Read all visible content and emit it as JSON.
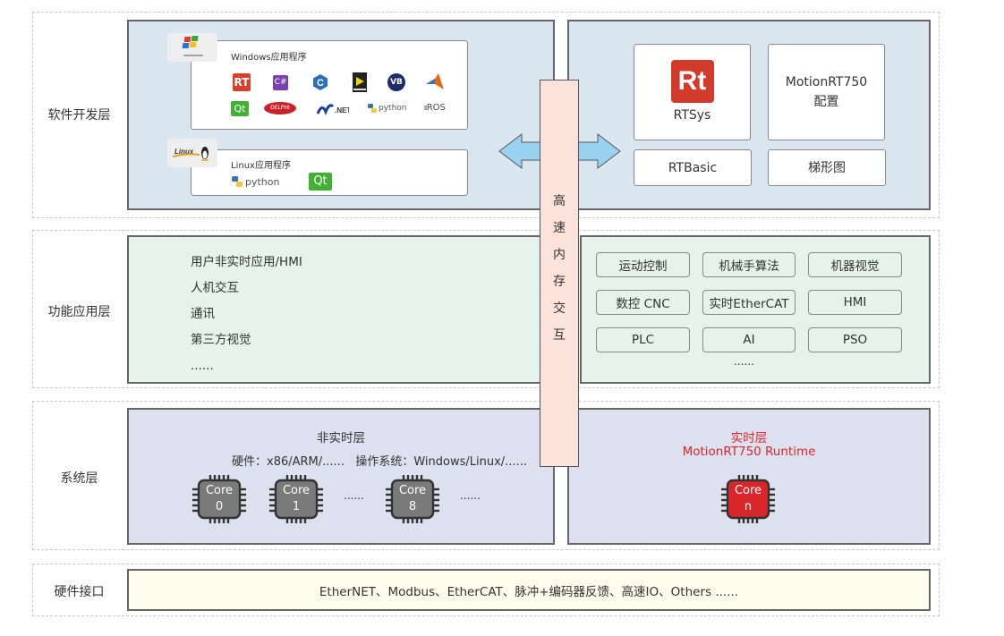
{
  "layers": {
    "software": {
      "label": "软件开发层"
    },
    "function": {
      "label": "功能应用层"
    },
    "system": {
      "label": "系统层"
    },
    "hardware": {
      "label": "硬件接口"
    }
  },
  "software": {
    "windows": {
      "badge": "Windows",
      "title": "Windows应用程序",
      "logos_row1": [
        "RT",
        "C#",
        "C++",
        "LabVIEW",
        "VB",
        "MATLAB"
      ],
      "logos_row2": [
        "Qt",
        "DELPHI",
        ".NET",
        "python",
        "ROS"
      ]
    },
    "linux": {
      "badge": "Linux",
      "title": "Linux应用程序",
      "logos": [
        "python",
        "Qt"
      ]
    },
    "rt_tools": {
      "rtsys": "RTSys",
      "rtsys_logo": "Rt",
      "config_line1": "MotionRT750",
      "config_line2": "配置",
      "rtbasic": "RTBasic",
      "ladder": "梯形图"
    }
  },
  "memory_bar": {
    "chars": [
      "高",
      "速",
      "内",
      "存",
      "交",
      "互"
    ]
  },
  "function": {
    "left_items": [
      "用户非实时应用/HMI",
      "人机交互",
      "通讯",
      "第三方视觉",
      "......"
    ],
    "right_buttons": [
      "运动控制",
      "机械手算法",
      "机器视觉",
      "数控 CNC",
      "实时EtherCAT",
      "HMI",
      "PLC",
      "AI",
      "PSO"
    ],
    "right_more": "......"
  },
  "system": {
    "nonrt": {
      "title": "非实时层",
      "subtitle": "硬件：x86/ARM/......   操作系统：Windows/Linux/......",
      "cores": [
        {
          "label": "Core",
          "num": "0"
        },
        {
          "label": "Core",
          "num": "1"
        },
        {
          "label": "Core",
          "num": "8"
        }
      ],
      "ellipsis": "......"
    },
    "rt": {
      "title": "实时层",
      "subtitle": "MotionRT750 Runtime",
      "core": {
        "label": "Core",
        "num": "n"
      },
      "accent_color": "#d9262b"
    }
  },
  "hardware": {
    "text": "EtherNET、Modbus、EtherCAT、脉冲+编码器反馈、高速IO、Others ......"
  }
}
